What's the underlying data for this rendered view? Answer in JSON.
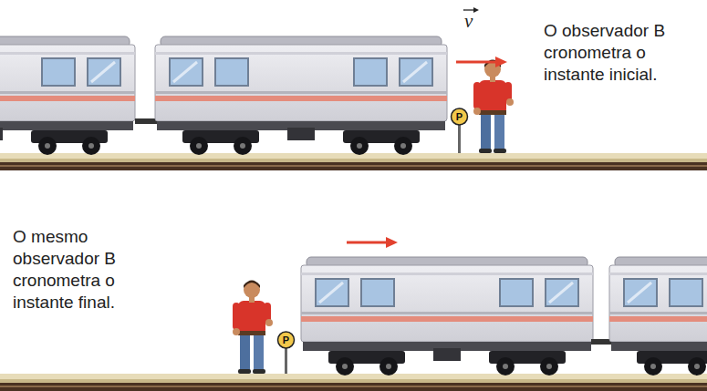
{
  "diagram": {
    "labels": [
      "v",
      "O observador B cronometra o instante inicial.",
      "P",
      "O mesmo observador B cronometra o instante final.",
      "P"
    ]
  }
}
